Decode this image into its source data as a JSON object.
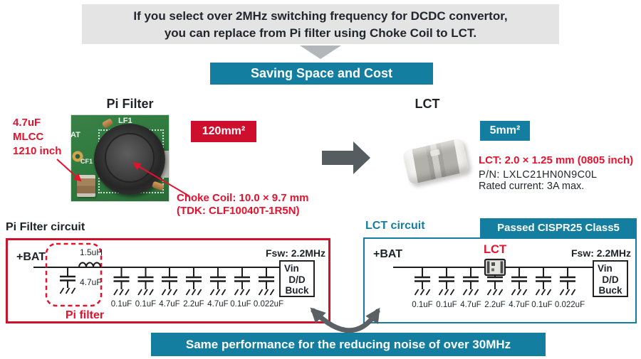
{
  "colors": {
    "teal": "#137E9F",
    "badge_red": "#CE0E2D",
    "annotation_red": "#E8112D",
    "banner_gray": "#E4E4E4",
    "arrow_gray": "#B4B7B9",
    "arrow_dark": "#555D61"
  },
  "banner_top": {
    "line1": "If you select over 2MHz switching frequency for DCDC convertor,",
    "line2": "you can replace from Pi filter using Choke Coil to LCT."
  },
  "saving_banner": {
    "label": "Saving Space and Cost"
  },
  "pi_filter": {
    "title": "Pi Filter",
    "area_badge": "120mm²",
    "mlcc_annotation": {
      "line1": "4.7uF",
      "line2": "MLCC",
      "line3": "1210 inch"
    },
    "choke_annotation": {
      "line1": "Choke Coil: 10.0 × 9.7 mm",
      "line2": "(TDK: CLF10040T-1R5N)"
    },
    "photo": {
      "inductor_ref": "LF1",
      "cap_ref": "CF1",
      "bat_ref": "AT"
    }
  },
  "lct": {
    "title": "LCT",
    "area_badge": "5mm²",
    "size_line": "LCT: 2.0 × 1.25 mm (0805 inch)",
    "part_number": "P/N: LXLC21HN0N9C0L",
    "rated_current": "Rated current: 3A max."
  },
  "pi_circuit": {
    "title": "Pi Filter circuit",
    "bat_label": "+BAT",
    "fsw_label": "Fsw: 2.2MHz",
    "vin_label": "Vin",
    "dd_label": "D/D",
    "buck_label": "Buck",
    "inductor_value": "1.5uH",
    "shunt_cap_value": "4.7uF",
    "pi_filter_label": "Pi filter",
    "caps": [
      "0.1uF",
      "0.1uF",
      "4.7uF",
      "2.2uF",
      "4.7uF",
      "0.1uF",
      "0.022uF"
    ]
  },
  "lct_circuit": {
    "title": "LCT circuit",
    "cispr_badge": "Passed CISPR25 Class5",
    "bat_label": "+BAT",
    "lct_label": "LCT",
    "fsw_label": "Fsw: 2.2MHz",
    "vin_label": "Vin",
    "dd_label": "D/D",
    "buck_label": "Buck",
    "caps": [
      "0.1uF",
      "0.1uF",
      "4.7uF",
      "2.2uF",
      "4.7uF",
      "0.1uF",
      "0.022uF"
    ]
  },
  "bottom_banner": {
    "label": "Same performance for the reducing noise of over 30MHz"
  }
}
